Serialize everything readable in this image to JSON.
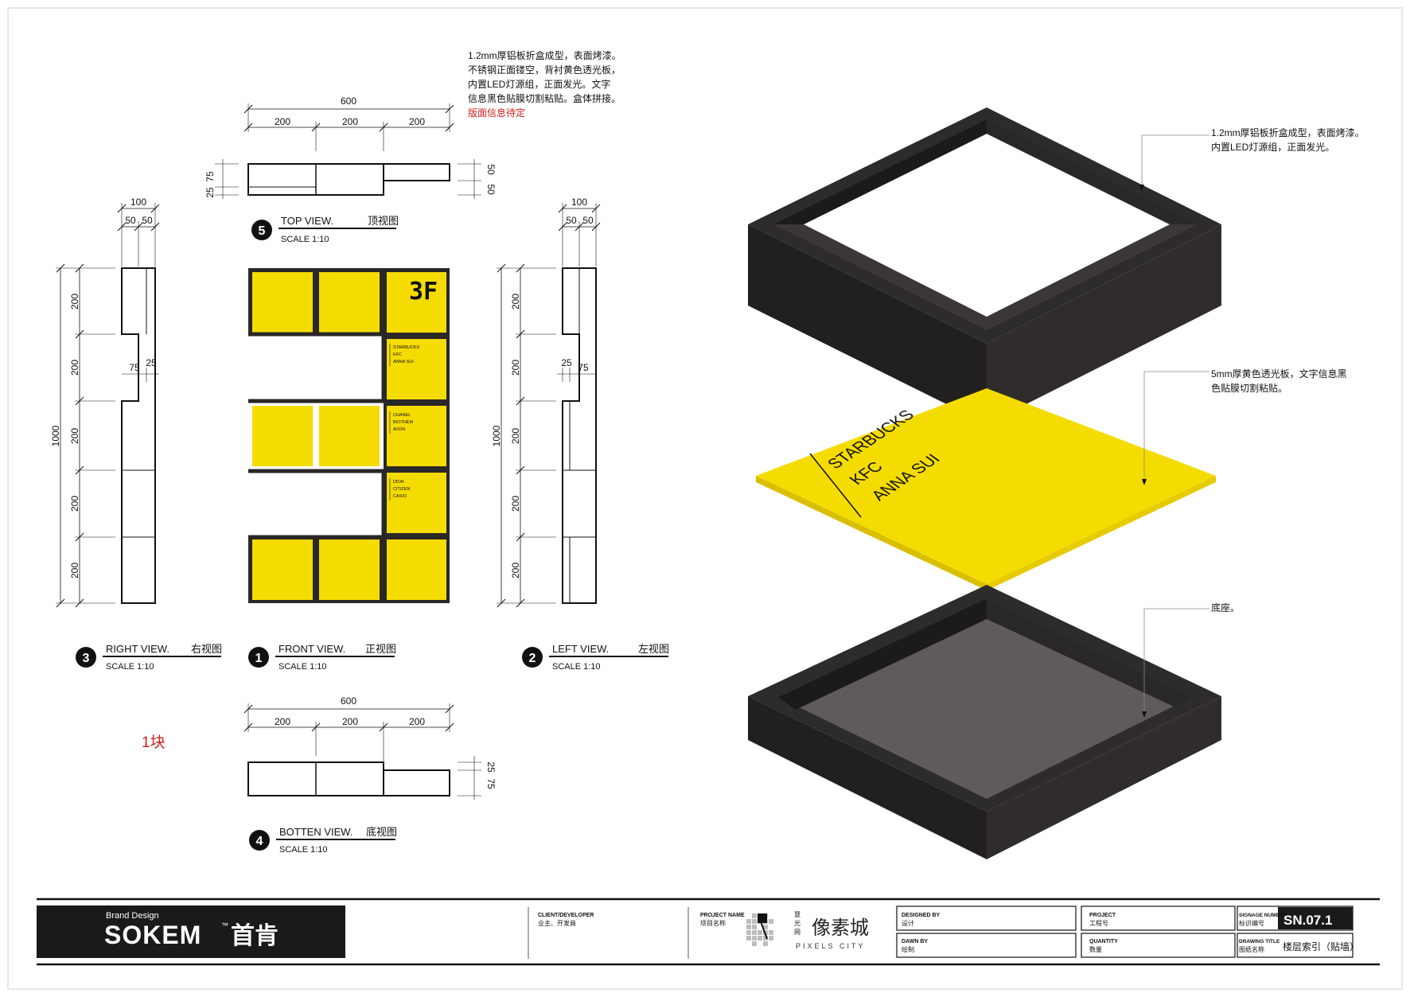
{
  "notes": {
    "top_lines": [
      "1.2mm厚铝板折盒成型，表面烤漆。",
      "不锈钢正面镂空，背衬黄色透光板，",
      "内置LED灯源组，正面发光。文字",
      "信息黑色贴膜切割粘贴。盒体拼接。"
    ],
    "top_red": "版面信息待定",
    "frame_lines": [
      "1.2mm厚铝板折盒成型，表面烤漆。",
      "内置LED灯源组，正面发光。"
    ],
    "panel_lines": [
      "5mm厚黄色透光板，文字信息黑",
      "色贴膜切割粘贴。"
    ],
    "base": "底座。",
    "count": "1块"
  },
  "views": {
    "top": {
      "num": "5",
      "title": "TOP VIEW.",
      "cn": "顶视图",
      "scale": "SCALE 1:10"
    },
    "right": {
      "num": "3",
      "title": "RIGHT VIEW.",
      "cn": "右视图",
      "scale": "SCALE 1:10"
    },
    "front": {
      "num": "1",
      "title": "FRONT VIEW.",
      "cn": "正视图",
      "scale": "SCALE 1:10"
    },
    "left": {
      "num": "2",
      "title": "LEFT VIEW.",
      "cn": "左视图",
      "scale": "SCALE 1:10"
    },
    "bottom": {
      "num": "4",
      "title": "BOTTEN VIEW.",
      "cn": "底视图",
      "scale": "SCALE 1:10"
    }
  },
  "dims": {
    "total_w": "600",
    "seg": "200",
    "depth": "100",
    "half": "50",
    "total_h": "1000",
    "d75": "75",
    "d25": "25"
  },
  "front": {
    "floor": "3F",
    "dirs": [
      [
        "STARBUCKS",
        "KFC",
        "ANNA SUI"
      ],
      [
        "CHANEL",
        "BIOTHEM",
        "AVON"
      ],
      [
        "DIOR",
        "CITIZEN",
        "CASIO"
      ]
    ]
  },
  "iso_panel": [
    "STARBUCKS",
    "KFC",
    "ANNA SUI"
  ],
  "title_block": {
    "brand_small": "Brand Design",
    "brand": "SOKEM",
    "brand_tm": "™",
    "brand_cn": "首肯",
    "client_label": "CLIENT/DEVELOPER",
    "client_cn": "业主、开发商",
    "project_name_label": "PROJECT NAME",
    "project_name_cn": "项目名称",
    "logo_cn": "像素城",
    "logo_small": [
      "慧",
      "光",
      "网"
    ],
    "logo_en": "PIXELS CITY",
    "designed_label": "DESIGNED BY",
    "designed_cn": "设计",
    "drawn_label": "DAWN BY",
    "drawn_cn": "绘制",
    "project_label": "PROJECT",
    "project_cn": "工程号",
    "quantity_label": "QUANTITY",
    "quantity_cn": "数量",
    "signage_label": "SIGNAGE NUMBER",
    "signage_cn": "标识编号",
    "signage_value": "SN.07.1",
    "drawing_label": "DRAWING TITLE",
    "drawing_cn": "图纸名称",
    "drawing_value": "楼层索引（贴墙）"
  },
  "colors": {
    "yellow": "#f5dc00",
    "black": "#1a1a1a",
    "frame": "#2e2b2b",
    "red": "#d0201c"
  }
}
